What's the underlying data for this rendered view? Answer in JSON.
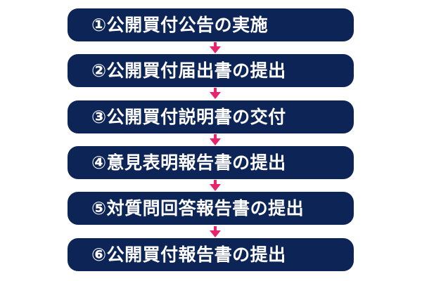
{
  "flowchart": {
    "colors": {
      "box": "#0d2457",
      "text": "#ffffff",
      "arrow": "#e8246f"
    },
    "steps": [
      {
        "label": "①公開買付公告の実施"
      },
      {
        "label": "②公開買付届出書の提出"
      },
      {
        "label": "③公開買付説明書の交付"
      },
      {
        "label": "④意見表明報告書の提出"
      },
      {
        "label": "⑤対質問回答報告書の提出"
      },
      {
        "label": "⑥公開買付報告書の提出"
      }
    ],
    "arrows": [
      "arrow-down-icon",
      "arrow-down-icon",
      "arrow-down-icon",
      "arrow-down-icon",
      "arrow-down-icon"
    ]
  }
}
